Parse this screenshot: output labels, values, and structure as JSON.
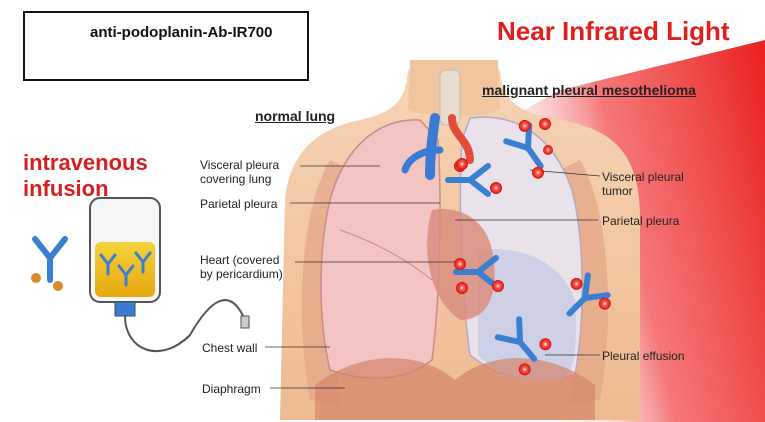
{
  "legend": {
    "text": "anti-podoplanin-Ab-IR700"
  },
  "titles": {
    "nir": "Near Infrared Light",
    "normal_lung": "normal lung",
    "mesothelioma": "malignant pleural mesothelioma",
    "infusion": "intravenous\ninfusion"
  },
  "labels": {
    "visceral_pleura_lung": "Visceral pleura\ncovering lung",
    "parietal_pleura_left": "Parietal pleura",
    "heart": "Heart (covered\nby pericardium)",
    "chest_wall": "Chest wall",
    "diaphragm": "Diaphragm",
    "visceral_tumor": "Visceral pleural\ntumor",
    "parietal_pleura_right": "Parietal pleura",
    "pleural_effusion": "Pleural effusion"
  },
  "colors": {
    "nir_red": "#e0201e",
    "antibody_blue": "#3a7fd0",
    "ir700_orange": "#d98a2a",
    "ir700_red_dot": "#e3241b",
    "skin": "#f4cba6",
    "lung_pink": "#f2c4c2",
    "iv_fluid": "#f0c020"
  },
  "icons": {
    "antibody": "y-shaped-antibody-icon",
    "iv_bag": "iv-bag-icon"
  }
}
